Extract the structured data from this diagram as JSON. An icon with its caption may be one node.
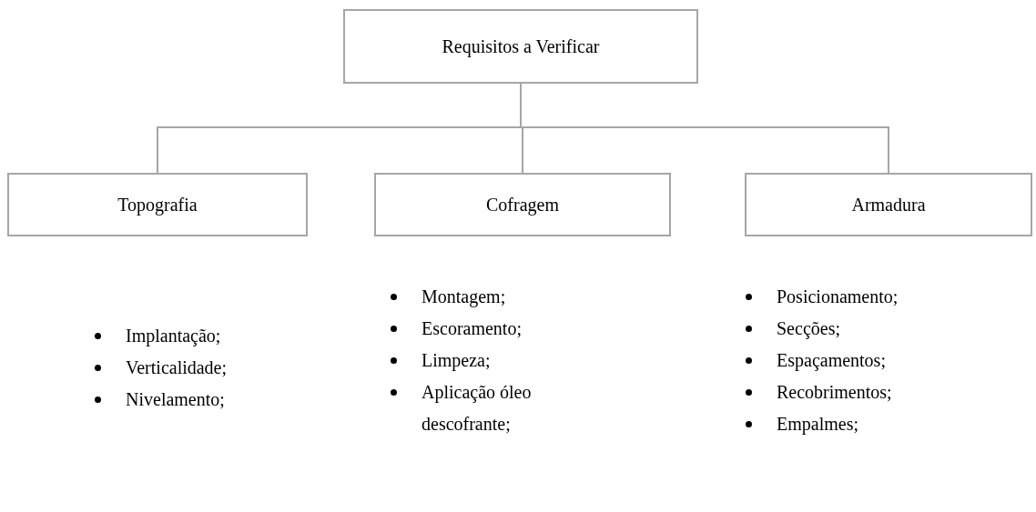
{
  "diagram": {
    "nodes": [
      {
        "text": [
          "Requisitos a Verificar"
        ]
      },
      {
        "text": [
          "Topografia"
        ]
      },
      {
        "text": [
          "Cofragem"
        ]
      },
      {
        "text": [
          "Armadura"
        ]
      }
    ],
    "edges": [
      {
        "from": 0,
        "to": 1,
        "arrow": "none"
      },
      {
        "from": 0,
        "to": 2,
        "arrow": "none"
      },
      {
        "from": 0,
        "to": 3,
        "arrow": "none"
      }
    ],
    "labels": [
      "Implantação;",
      "Verticalidade;",
      "Nivelamento;",
      "Montagem;",
      "Escoramento;",
      "Limpeza;",
      "Aplicação óleo descofrante;",
      "Posicionamento;",
      "Secções;",
      "Espaçamentos;",
      "Recobrimentos;",
      "Empalmes;"
    ]
  }
}
